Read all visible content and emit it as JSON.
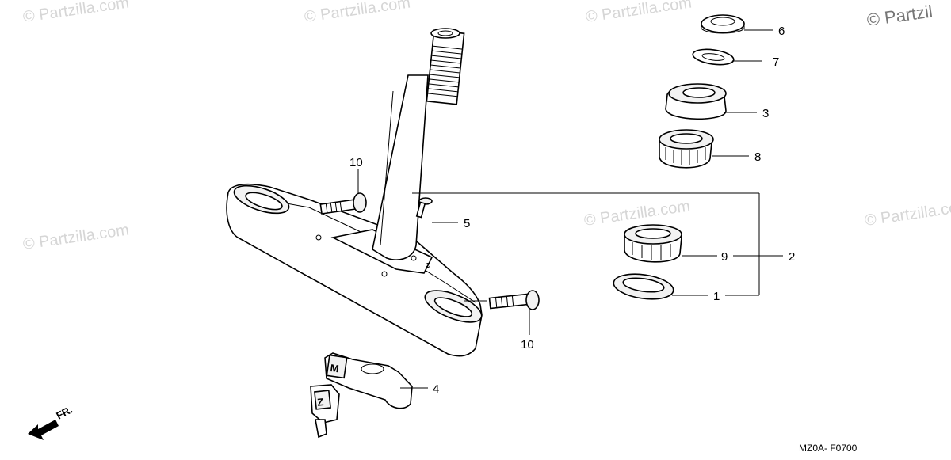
{
  "watermarks": {
    "text": "© Partzilla.com",
    "corner_text": "© Partzil"
  },
  "callouts": {
    "c1": "1",
    "c2": "2",
    "c3": "3",
    "c4": "4",
    "c5": "5",
    "c6": "6",
    "c7": "7",
    "c8": "8",
    "c9": "9",
    "c10a": "10",
    "c10b": "10"
  },
  "diagram_code": "MZ0A- F0700",
  "direction_label": "FR.",
  "colors": {
    "line": "#000000",
    "watermark": "#d6d6d6",
    "background": "#ffffff"
  }
}
